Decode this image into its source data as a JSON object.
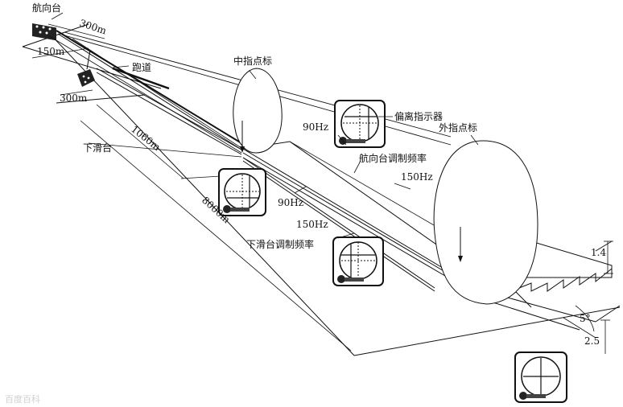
{
  "labels": {
    "localizer": "航向台",
    "runway": "跑道",
    "glideslope": "下滑台",
    "middle_marker": "中指点标",
    "deviation_indicator": "偏离指示器",
    "outer_marker": "外指点标",
    "localizer_modulation": "航向台调制频率",
    "glideslope_modulation": "下滑台调制频率"
  },
  "frequencies": {
    "f90_upper": "90Hz",
    "f150_upper": "150Hz",
    "f90_lower": "90Hz",
    "f150_lower": "150Hz"
  },
  "distances": {
    "d300_top": "300m",
    "d150": "150m",
    "d300_left": "300m",
    "d1060": "1060m",
    "d8000": "8000m"
  },
  "heights": {
    "h1_4": "1.4",
    "h2_5": "2.5",
    "angle": "5°"
  },
  "watermark": "百度百科",
  "colors": {
    "ink": "#111111",
    "paper": "#ffffff",
    "bead": "#444444"
  }
}
